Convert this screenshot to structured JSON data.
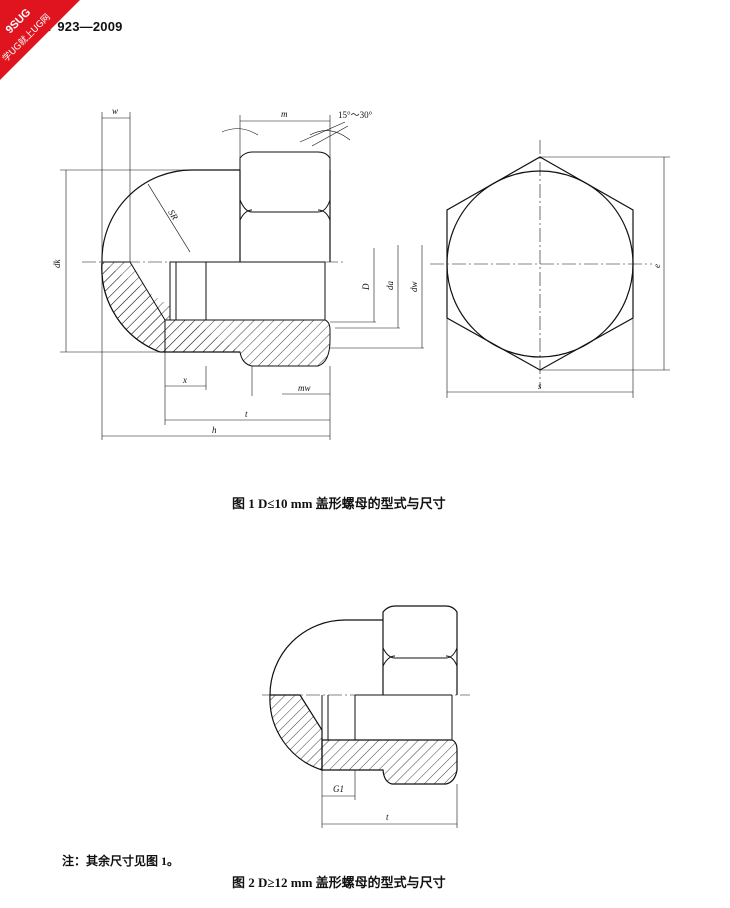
{
  "header": {
    "standard_number": "B/T 923—2009"
  },
  "watermark": {
    "line1": "9SUG",
    "line2": "学UG就上UG网",
    "color": "#e0141e"
  },
  "figure1": {
    "caption": "图 1   D≤10 mm 盖形螺母的型式与尺寸",
    "labels": {
      "w": "w",
      "m": "m",
      "angle": "15°～30°",
      "sr": "SR",
      "dk": "dk",
      "D": "D",
      "da": "da",
      "dw": "dw",
      "e": "e",
      "s": "s",
      "x": "x",
      "mw": "mw",
      "t": "t",
      "h": "h"
    }
  },
  "figure2": {
    "caption": "图 2   D≥12 mm 盖形螺母的型式与尺寸",
    "labels": {
      "g1": "G1",
      "t": "t"
    }
  },
  "note": "注：其余尺寸见图 1。"
}
